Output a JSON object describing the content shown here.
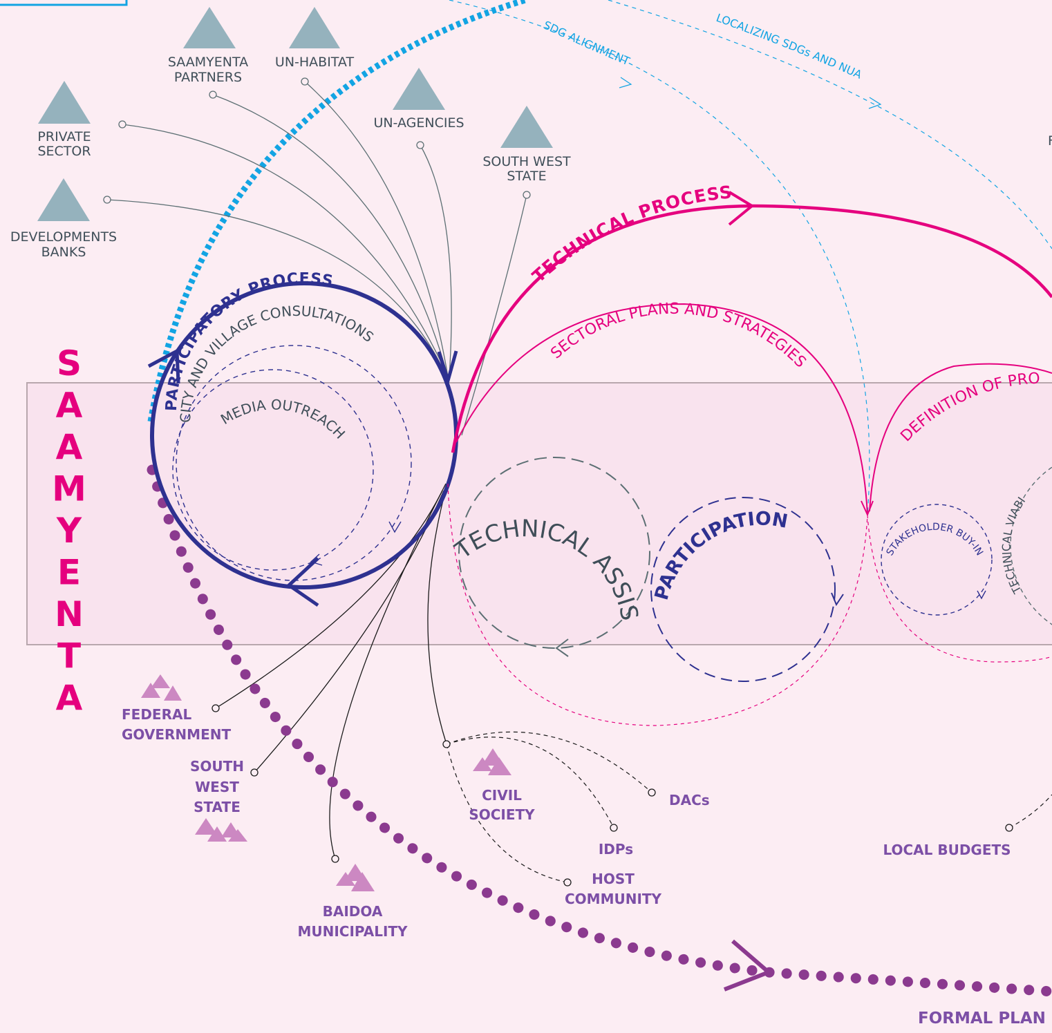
{
  "title_letters": [
    "S",
    "A",
    "A",
    "M",
    "Y",
    "E",
    "N",
    "T",
    "A"
  ],
  "international_actors": [
    {
      "id": "saamyenta-partners",
      "lines": [
        "SAAMYENTA",
        "PARTNERS"
      ]
    },
    {
      "id": "un-habitat",
      "lines": [
        "UN-HABITAT"
      ]
    },
    {
      "id": "un-agencies",
      "lines": [
        "UN-AGENCIES"
      ]
    },
    {
      "id": "private-sector",
      "lines": [
        "PRIVATE",
        "SECTOR"
      ]
    },
    {
      "id": "developments-banks",
      "lines": [
        "DEVELOPMENTS",
        "BANKS"
      ]
    },
    {
      "id": "south-west-state-intl",
      "lines": [
        "SOUTH WEST",
        "STATE"
      ]
    }
  ],
  "local_actors": [
    {
      "id": "federal-government",
      "lines": [
        "FEDERAL",
        "GOVERNMENT"
      ]
    },
    {
      "id": "south-west-state",
      "lines": [
        "SOUTH",
        "WEST",
        "STATE"
      ]
    },
    {
      "id": "baidoa-municipality",
      "lines": [
        "BAIDOA",
        "MUNICIPALITY"
      ]
    },
    {
      "id": "civil-society",
      "lines": [
        "CIVIL",
        "SOCIETY"
      ]
    },
    {
      "id": "dacs",
      "lines": [
        "DACs"
      ]
    },
    {
      "id": "idps",
      "lines": [
        "IDPs"
      ]
    },
    {
      "id": "host-community",
      "lines": [
        "HOST",
        "COMMUNITY"
      ]
    },
    {
      "id": "local-budgets",
      "lines": [
        "LOCAL BUDGETS"
      ]
    }
  ],
  "processes": {
    "participatory": "PARTICIPATORY PROCESS",
    "consultations": "CITY AND VILLAGE CONSULTATIONS",
    "media": "MEDIA OUTREACH",
    "technical": "TECHNICAL PROCESS",
    "sectoral": "SECTORAL PLANS AND STRATEGIES",
    "definition": "DEFINITION OF PRO",
    "technical_assistance": "TECHNICAL ASSISTANCE",
    "participation": "PARTICIPATION",
    "stakeholder": "STAKEHOLDER BUY-IN",
    "viability": "TECHNICAL VIABI"
  },
  "links": {
    "sdg_alignment": "SDG ALIGNMENT",
    "localizing": "LOCALIZING SDGs AND NUA"
  },
  "outputs": {
    "formal_plan": "FORMAL PLAN",
    "edge_letter": "F"
  },
  "colors": {
    "background": "#fcedf3",
    "band": "#f9e3ee",
    "navy": "#2e3190",
    "magenta": "#e5007e",
    "cyan": "#12a4e3",
    "purple": "#8b3a8f",
    "actor_purple": "#7c4fa6",
    "slate": "#95b2bd",
    "grey_text": "#3f4e58",
    "teal_grey": "#5c6f73",
    "triangle_pink": "#cc88c2"
  },
  "icons": {
    "international": "triangle-icon",
    "local": "mountains-icon"
  }
}
